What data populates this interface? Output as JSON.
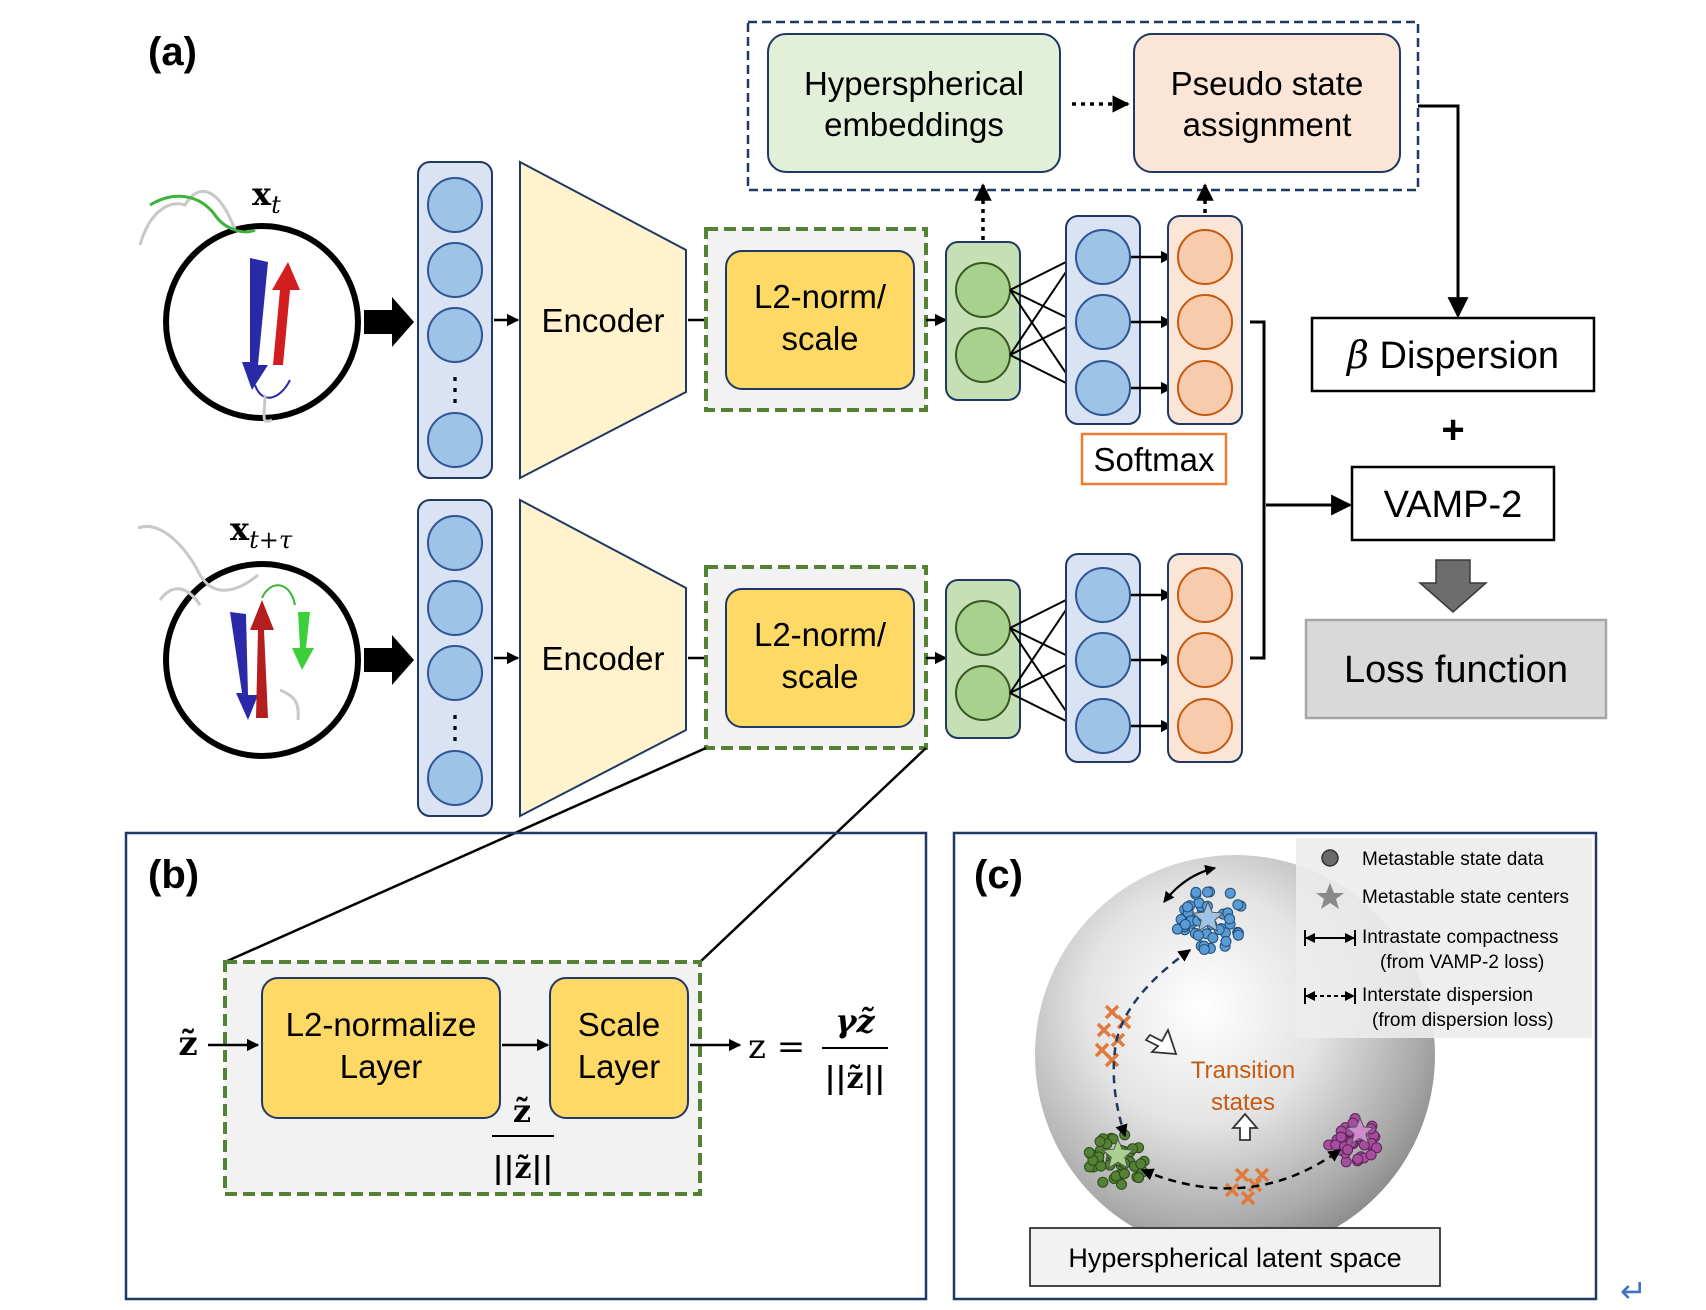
{
  "panels": {
    "a": "(a)",
    "b": "(b)",
    "c": "(c)"
  },
  "inputs": {
    "top": "x",
    "top_sub": "t",
    "bottom": "x",
    "bottom_sub": "t+τ"
  },
  "encoder_label": "Encoder",
  "norm_label_line1": "L2-norm/",
  "norm_label_line2": "scale",
  "dots": "⋮",
  "pseudo": {
    "embed_line1": "Hyperspherical",
    "embed_line2": "embeddings",
    "assign_line1": "Pseudo state",
    "assign_line2": "assignment"
  },
  "softmax_label": "Softmax",
  "loss": {
    "beta_symbol": "β",
    "dispersion": "Dispersion",
    "plus": "+",
    "vamp": "VAMP-2",
    "function": "Loss function"
  },
  "panel_b": {
    "input_symbol": "z̃",
    "l2_line1": "L2-normalize",
    "l2_line2": "Layer",
    "scale_line1": "Scale",
    "scale_line2": "Layer",
    "mid_numerator": "z̃",
    "mid_denominator": "||z̃||",
    "output_lhs": "z =",
    "output_numerator": "γz̃",
    "output_denominator": "||z̃||"
  },
  "panel_c": {
    "legend_data": "Metastable state data",
    "legend_centers": "Metastable state centers",
    "legend_intra_1": "Intrastate compactness",
    "legend_intra_2": "(from VAMP-2 loss)",
    "legend_inter_1": "Interstate dispersion",
    "legend_inter_2": "(from dispersion loss)",
    "transition_1": "Transition",
    "transition_2": "states",
    "caption": "Hyperspherical latent space"
  },
  "corner_glyph": "↵",
  "colors": {
    "layer_fill": "#dae3f3",
    "node_blue": "#9dc3e6",
    "encoder_fill": "#fff2cc",
    "norm_fill": "#ffd966",
    "green_fill": "#c5e0b4",
    "orange_fill": "#f8cbad",
    "dashed_green": "#548235",
    "dashed_navy": "#1f3864",
    "softmax_border": "#ed7d31",
    "transition_text": "#c55a11"
  }
}
